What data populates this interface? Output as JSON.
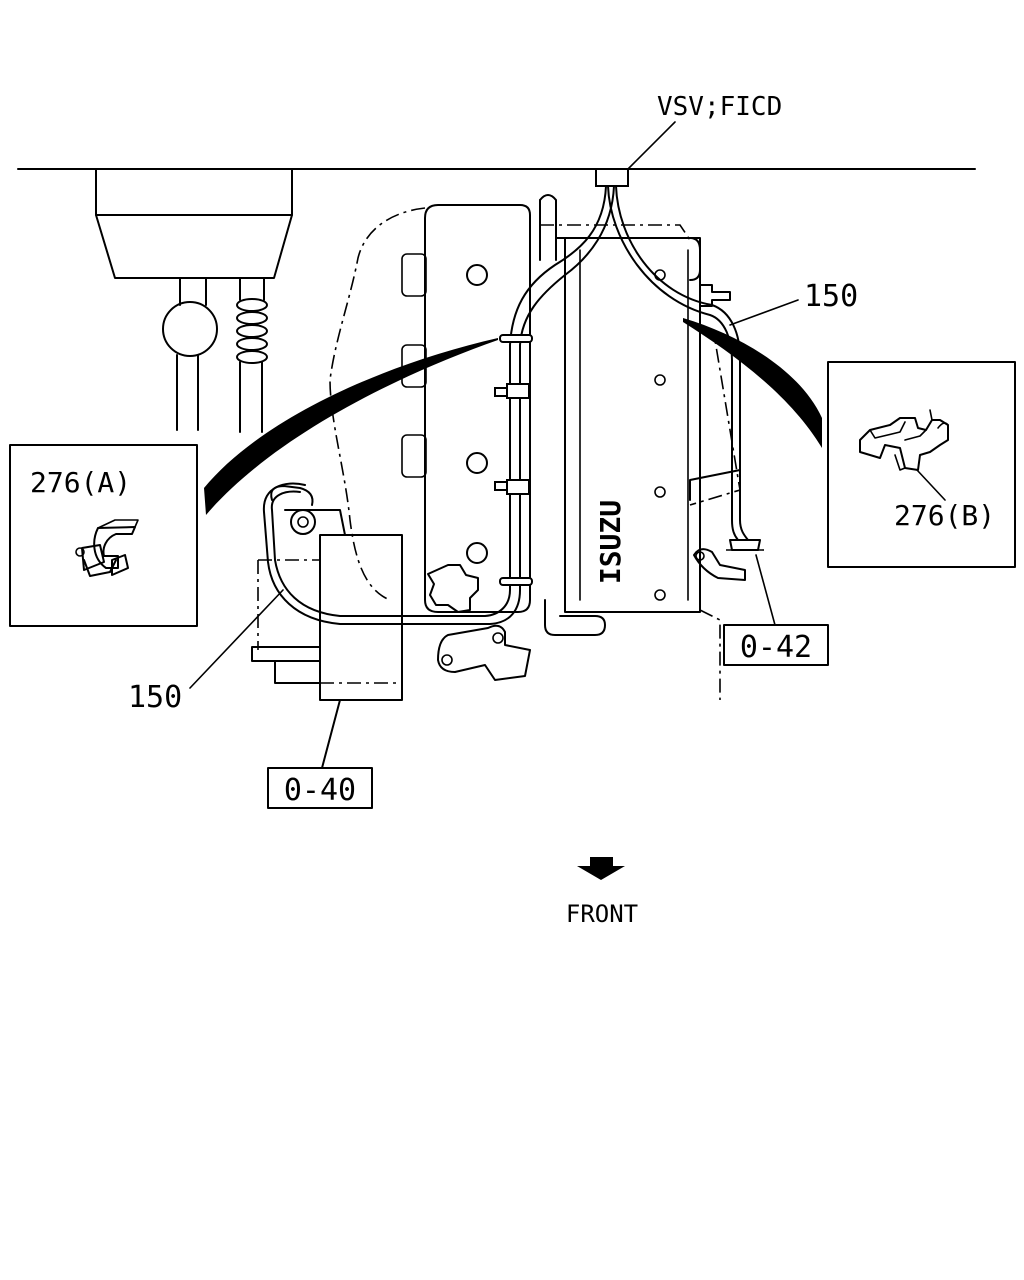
{
  "labels": {
    "vsv": "VSV;FICD",
    "hose_right": "150",
    "hose_left": "150",
    "clip_a": "276(A)",
    "clip_b": "276(B)",
    "ref_040": "0-40",
    "ref_042": "0-42",
    "front": "FRONT",
    "brand": "ISUZU"
  }
}
